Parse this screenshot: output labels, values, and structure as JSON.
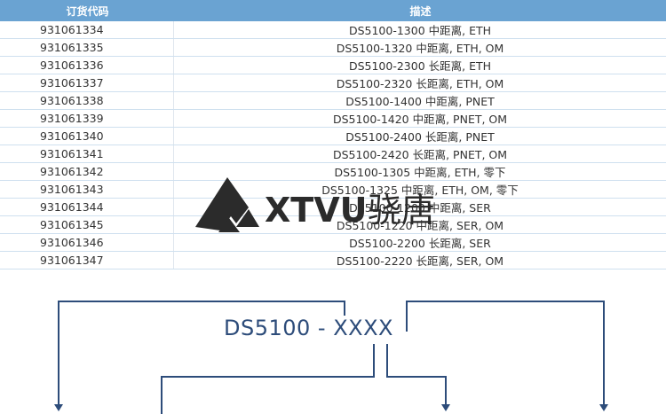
{
  "table": {
    "headers": [
      "订货代码",
      "描述"
    ],
    "rows": [
      [
        "931061334",
        "DS5100-1300 中距离, ETH"
      ],
      [
        "931061335",
        "DS5100-1320 中距离, ETH, OM"
      ],
      [
        "931061336",
        "DS5100-2300 长距离, ETH"
      ],
      [
        "931061337",
        "DS5100-2320 长距离, ETH, OM"
      ],
      [
        "931061338",
        "DS5100-1400 中距离, PNET"
      ],
      [
        "931061339",
        "DS5100-1420 中距离, PNET, OM"
      ],
      [
        "931061340",
        "DS5100-2400 长距离, PNET"
      ],
      [
        "931061341",
        "DS5100-2420 长距离, PNET, OM"
      ],
      [
        "931061342",
        "DS5100-1305 中距离, ETH, 零下"
      ],
      [
        "931061343",
        "DS5100-1325 中距离, ETH, OM, 零下"
      ],
      [
        "931061344",
        "DS5100-1200 中距离, SER"
      ],
      [
        "931061345",
        "DS5100-1220 中距离, SER, OM"
      ],
      [
        "931061346",
        "DS5100-2200 长距离, SER"
      ],
      [
        "931061347",
        "DS5100-2220 长距离, SER, OM"
      ]
    ]
  },
  "watermark": {
    "brand": "XTVU",
    "chinese": "骁唐",
    "color": "#2b2b2b"
  },
  "diagram": {
    "code": "DS5100 - XXXX",
    "line_color": "#2d4c7a"
  }
}
